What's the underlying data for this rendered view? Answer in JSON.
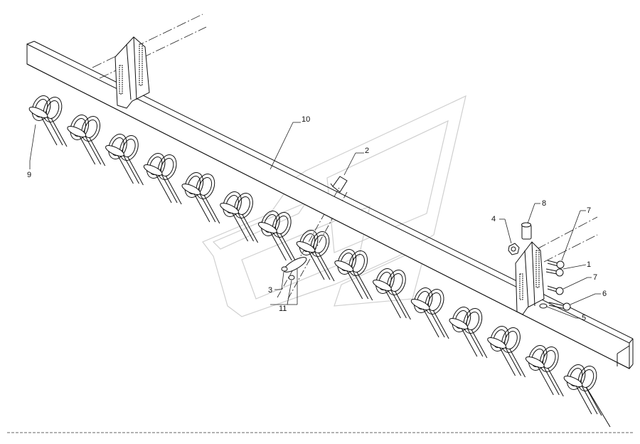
{
  "diagram": {
    "callouts": [
      {
        "id": "c10",
        "label": "10"
      },
      {
        "id": "c2",
        "label": "2"
      },
      {
        "id": "c9",
        "label": "9"
      },
      {
        "id": "c8",
        "label": "8"
      },
      {
        "id": "c4",
        "label": "4"
      },
      {
        "id": "c7a",
        "label": "7"
      },
      {
        "id": "c1",
        "label": "1"
      },
      {
        "id": "c7b",
        "label": "7"
      },
      {
        "id": "c6",
        "label": "6"
      },
      {
        "id": "c5",
        "label": "5"
      },
      {
        "id": "c3",
        "label": "3"
      },
      {
        "id": "c11",
        "label": "11"
      }
    ]
  }
}
